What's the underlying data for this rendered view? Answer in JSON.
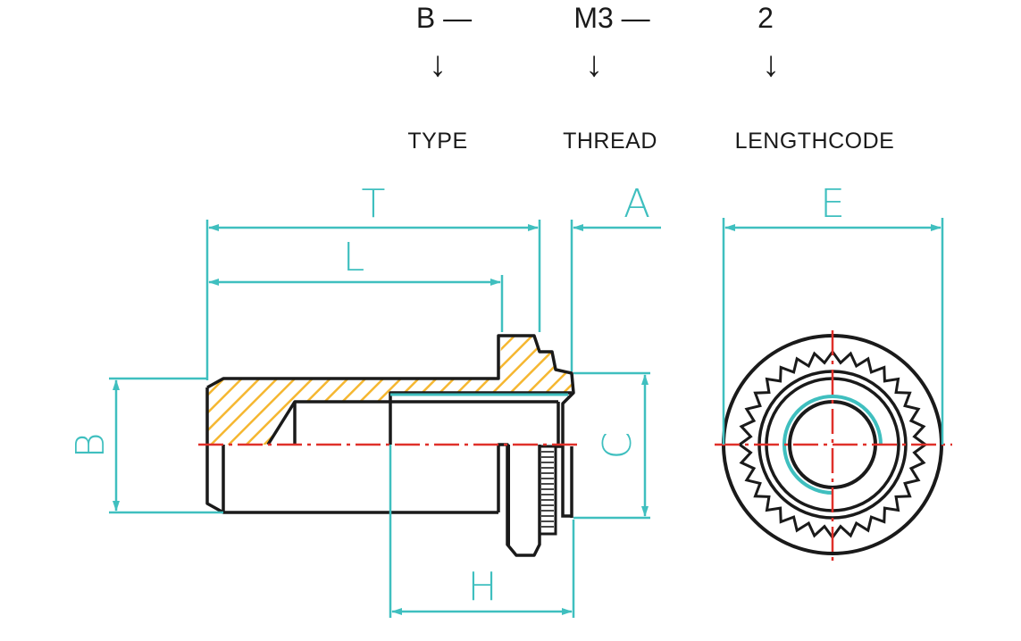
{
  "part_code": {
    "type": {
      "code": "B —",
      "arrow": "↓",
      "caption": "TYPE"
    },
    "thread": {
      "code": "M3 —",
      "arrow": "↓",
      "caption": "THREAD"
    },
    "length": {
      "code": "2",
      "arrow": "↓",
      "caption": "LENGTHCODE"
    }
  },
  "dimensions": {
    "T": "T",
    "L": "L",
    "A": "A",
    "E": "E",
    "B": "B",
    "C": "C",
    "H": "H"
  },
  "colors": {
    "outline": "#1a1a1a",
    "dimension": "#3fbfbf",
    "centerline": "#e0302a",
    "hatch": "#f5b731"
  }
}
